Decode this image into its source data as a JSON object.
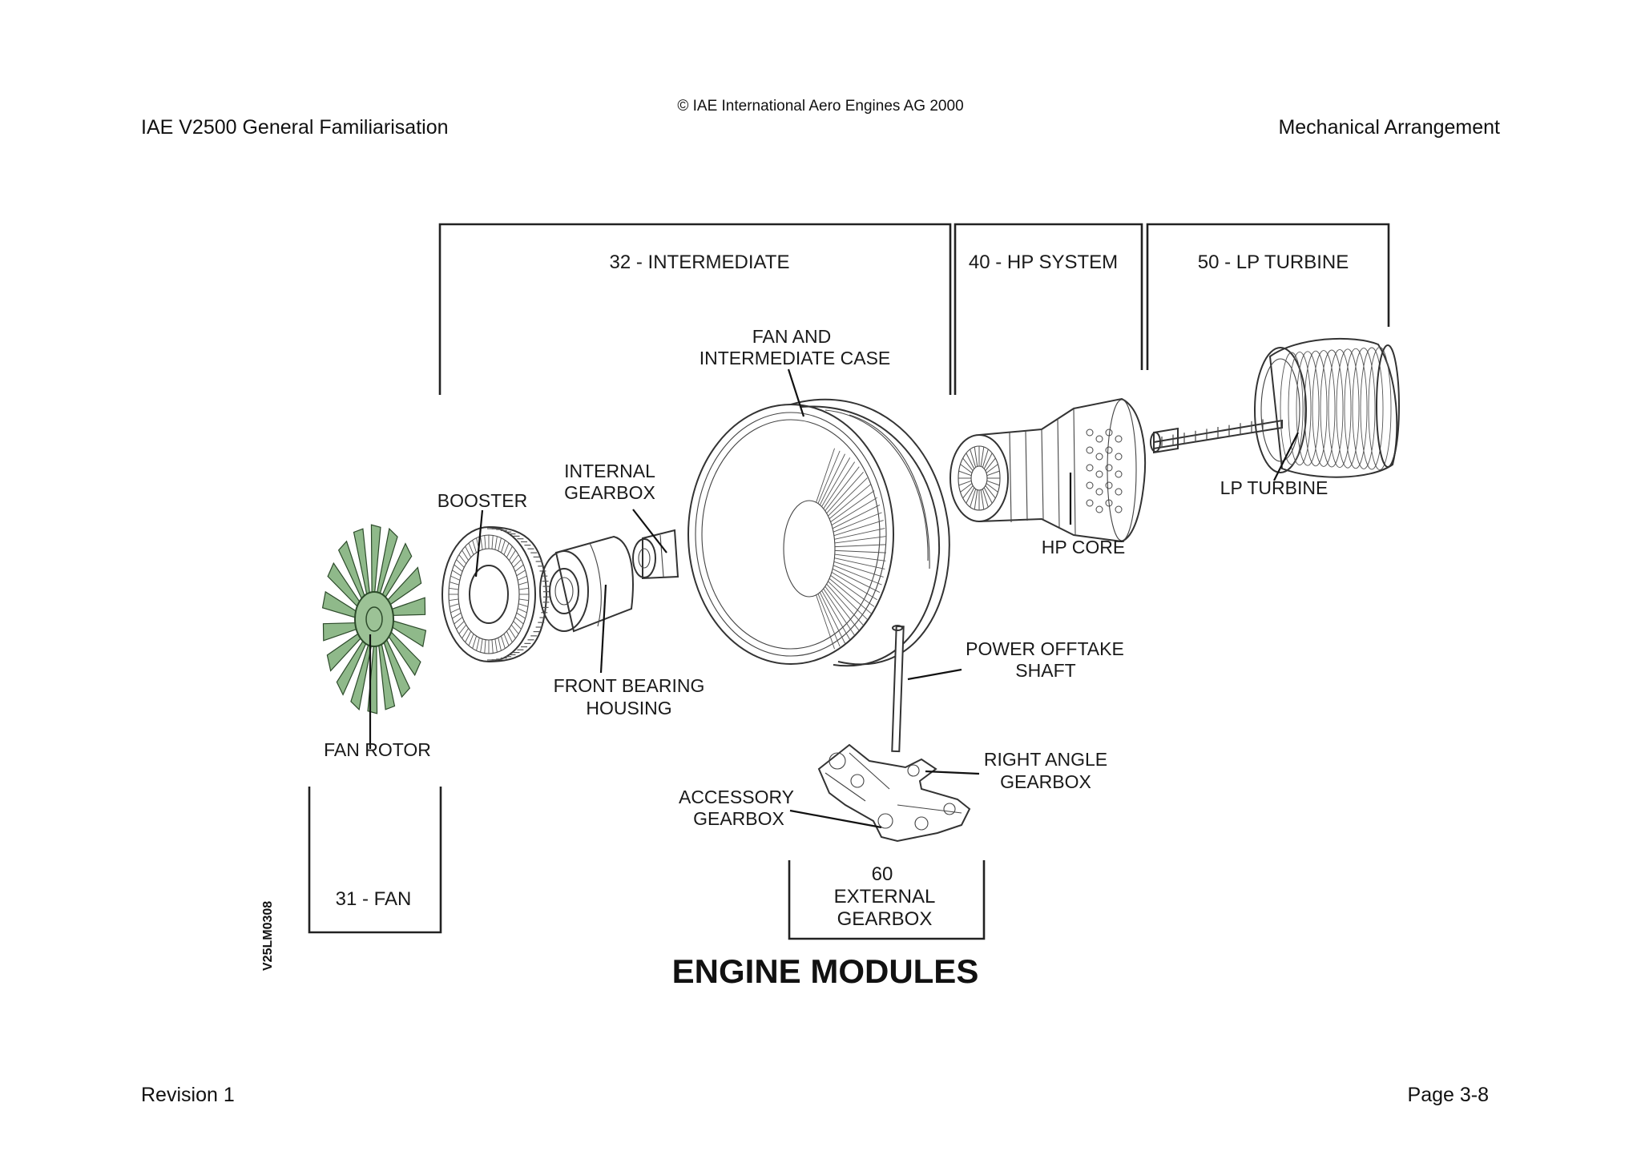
{
  "header": {
    "copyright": "© IAE International Aero Engines AG 2000",
    "doc_title": "IAE V2500 General Familiarisation",
    "section_title": "Mechanical Arrangement"
  },
  "footer": {
    "revision": "Revision 1",
    "page": "Page 3-8"
  },
  "figure": {
    "title": "ENGINE MODULES",
    "reference_code": "V25LM0308",
    "modules": {
      "fan": "31 - FAN",
      "intermediate": "32 - INTERMEDIATE",
      "hp_system": "40 - HP SYSTEM",
      "lp_turbine": "50 - LP TURBINE",
      "external_gearbox": [
        "60",
        "EXTERNAL",
        "GEARBOX"
      ]
    },
    "parts": {
      "fan_rotor": "FAN ROTOR",
      "booster": "BOOSTER",
      "internal_gearbox": [
        "INTERNAL",
        "GEARBOX"
      ],
      "front_bearing_housing": [
        "FRONT BEARING",
        "HOUSING"
      ],
      "fan_intermediate_case": [
        "FAN AND",
        "INTERMEDIATE CASE"
      ],
      "hp_core": "HP CORE",
      "lp_turbine": "LP TURBINE",
      "power_offtake_shaft": [
        "POWER OFFTAKE",
        "SHAFT"
      ],
      "right_angle_gearbox": [
        "RIGHT ANGLE",
        "GEARBOX"
      ],
      "accessory_gearbox": [
        "ACCESSORY",
        "GEARBOX"
      ]
    },
    "colors": {
      "fan_blade": "#8fb98a",
      "line": "#222222"
    }
  }
}
